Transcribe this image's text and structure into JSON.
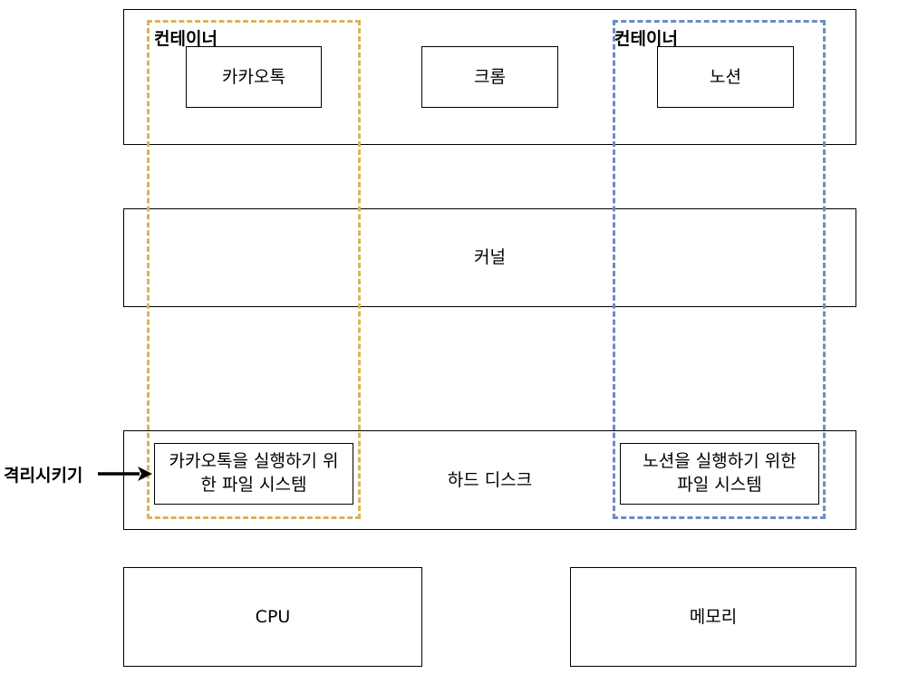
{
  "user_space": {
    "container_label": "컨테이너",
    "apps": {
      "kakaotalk": "카카오톡",
      "chrome": "크롬",
      "notion": "노션"
    }
  },
  "kernel": {
    "label": "커널"
  },
  "hard_disk": {
    "label": "하드 디스크",
    "kakaotalk_fs_line1": "카카오톡을 실행하기 위",
    "kakaotalk_fs_line2": "한 파일 시스템",
    "notion_fs_line1": "노션을 실행하기 위한",
    "notion_fs_line2": "파일 시스템"
  },
  "hardware": {
    "cpu": "CPU",
    "memory": "메모리"
  },
  "isolate_label": "격리시키기",
  "colors": {
    "container_left": "#d6b656",
    "container_right": "#6c8ebf"
  }
}
